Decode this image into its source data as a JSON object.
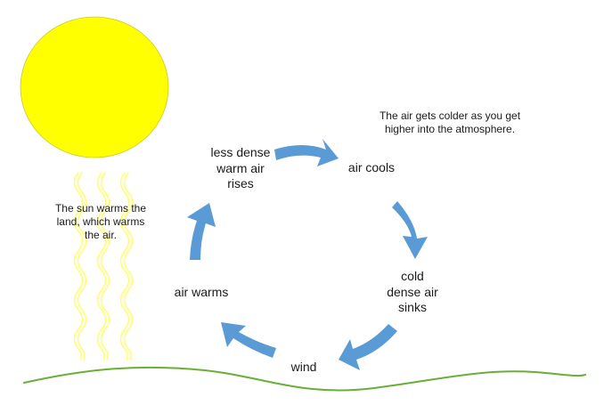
{
  "cycle_labels": {
    "rises": [
      "less dense",
      "warm air",
      "rises"
    ],
    "cools": [
      "air cools"
    ],
    "sinks": [
      "cold",
      "dense air",
      "sinks"
    ],
    "wind": [
      "wind"
    ],
    "warms": [
      "air warms"
    ]
  },
  "notes": {
    "atmosphere": [
      "The air gets colder as you get",
      "higher into the atmosphere."
    ],
    "sun": [
      "The sun warms the",
      "land, which warms",
      "the air."
    ]
  },
  "colors": {
    "sun": "#ffff00",
    "arrow": "#5b9bd5",
    "heat_waves": "#ffff66",
    "ground": "#6aaf35"
  }
}
